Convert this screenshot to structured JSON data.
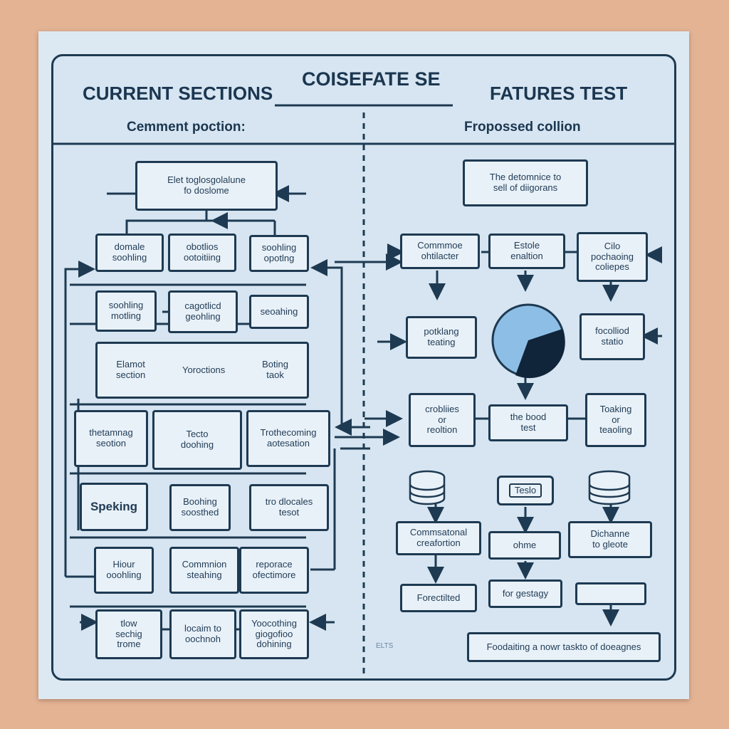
{
  "header": {
    "left_title": "CURRENT SECTIONS",
    "center_title": "COISEFATE SE",
    "right_title": "FATURES TEST",
    "left_subtitle": "Cemment poction:",
    "right_subtitle": "Fropossed collion"
  },
  "left": {
    "top_box": "Elet toglosgolalune\nfo doslome",
    "row1": [
      "domale\nsoohling",
      "obotlios\nootoitiing",
      "soohling\nopotlng"
    ],
    "row2": [
      "soohling\nmotling",
      "cagotlicd\ngeohling",
      "seoahing"
    ],
    "wide_box": {
      "a": "Elamot\nsection",
      "b": "Yoroctions",
      "c": "Boting\ntaok"
    },
    "row3": [
      "thetamnag\nseotion",
      "Tecto\ndoohing",
      "Trothecoming\naotesation"
    ],
    "row4": [
      "Speking",
      "Boohing\nsoosthed",
      "tro dlocales\ntesot"
    ],
    "row5": [
      "Hiour\nooohling",
      "Commnion\nsteahing",
      "reporace\nofectimore"
    ],
    "row6": [
      "tlow\nsechig\ntrome",
      "locaim to\noochnoh",
      "Yoocothing\ngiogofioo\ndohining"
    ]
  },
  "right": {
    "top_box": "The detomnice to\nsell of diigorans",
    "row1": [
      "Commmoe\nohtilacter",
      "Estole\nenaltion",
      "Cilo\npochaoing\ncoliepes"
    ],
    "row2": [
      "potklang\nteating",
      "focolliod\nstatio"
    ],
    "row3": [
      "crobliies\nor\nreoltion",
      "the bood\ntest",
      "Toaking\nor\nteaoling"
    ],
    "tag": "Teslo",
    "row4": [
      "Commsatonal\ncreafortion",
      "ohme",
      "Dichanne\nto gleote"
    ],
    "row5": [
      "Forectilted",
      "for gestagy",
      ""
    ],
    "bottom_box": "Foodaiting a nowr taskto of doeagnes",
    "watermark": "ELTS"
  },
  "colors": {
    "line": "#1e3a52",
    "box_fill": "#e9f1f8",
    "pie_light": "#8dbfe6",
    "pie_dark": "#10243a",
    "background": "#e3b394"
  }
}
